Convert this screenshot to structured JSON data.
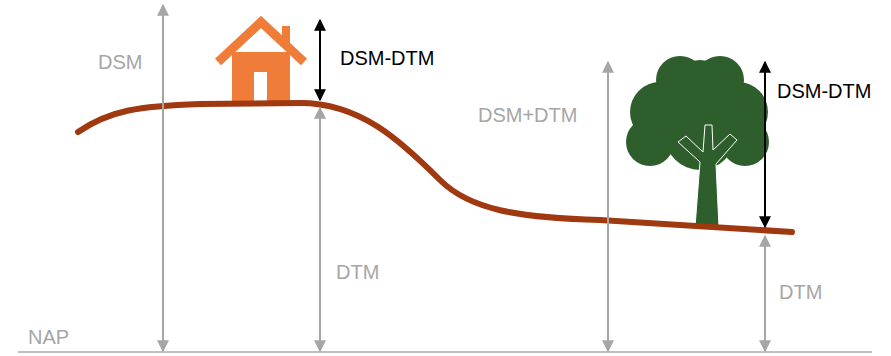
{
  "diagram": {
    "labels": [
      "DSM",
      "DSM-DTM",
      "DSM+DTM",
      "DSM-DTM",
      "DTM",
      "DTM",
      "NAP"
    ]
  }
}
